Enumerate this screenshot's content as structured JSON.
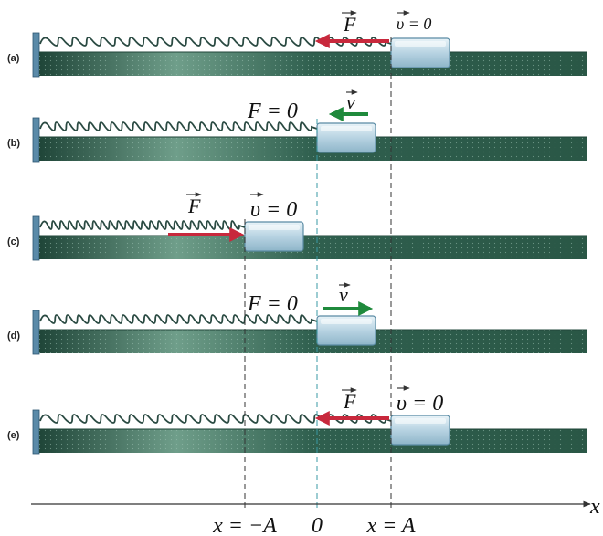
{
  "panels": [
    {
      "tag": "(a)",
      "block_position": "A",
      "force": {
        "label": "F",
        "direction": "left",
        "magnitude": "max"
      },
      "velocity": {
        "label": "υ = 0",
        "direction": "none"
      }
    },
    {
      "tag": "(b)",
      "block_position": "0",
      "force": {
        "label": "F = 0",
        "direction": "none"
      },
      "velocity": {
        "label": "v",
        "direction": "left"
      }
    },
    {
      "tag": "(c)",
      "block_position": "-A",
      "force": {
        "label": "F",
        "direction": "right",
        "magnitude": "max"
      },
      "velocity": {
        "label": "υ = 0",
        "direction": "none"
      }
    },
    {
      "tag": "(d)",
      "block_position": "0",
      "force": {
        "label": "F = 0",
        "direction": "none"
      },
      "velocity": {
        "label": "v",
        "direction": "right"
      }
    },
    {
      "tag": "(e)",
      "block_position": "A",
      "force": {
        "label": "F",
        "direction": "left",
        "magnitude": "max"
      },
      "velocity": {
        "label": "υ = 0",
        "direction": "none"
      }
    }
  ],
  "axis": {
    "label": "x",
    "ticks": [
      "x = −A",
      "0",
      "x = A"
    ]
  },
  "colors": {
    "track": "#2f5f4e",
    "track_dark": "#1f4538",
    "spring": "#2a4a42",
    "block": "#bcd6e4",
    "force_arrow": "#c8283c",
    "velocity_arrow": "#1f8a3c",
    "wall": "#5a8aa8"
  }
}
